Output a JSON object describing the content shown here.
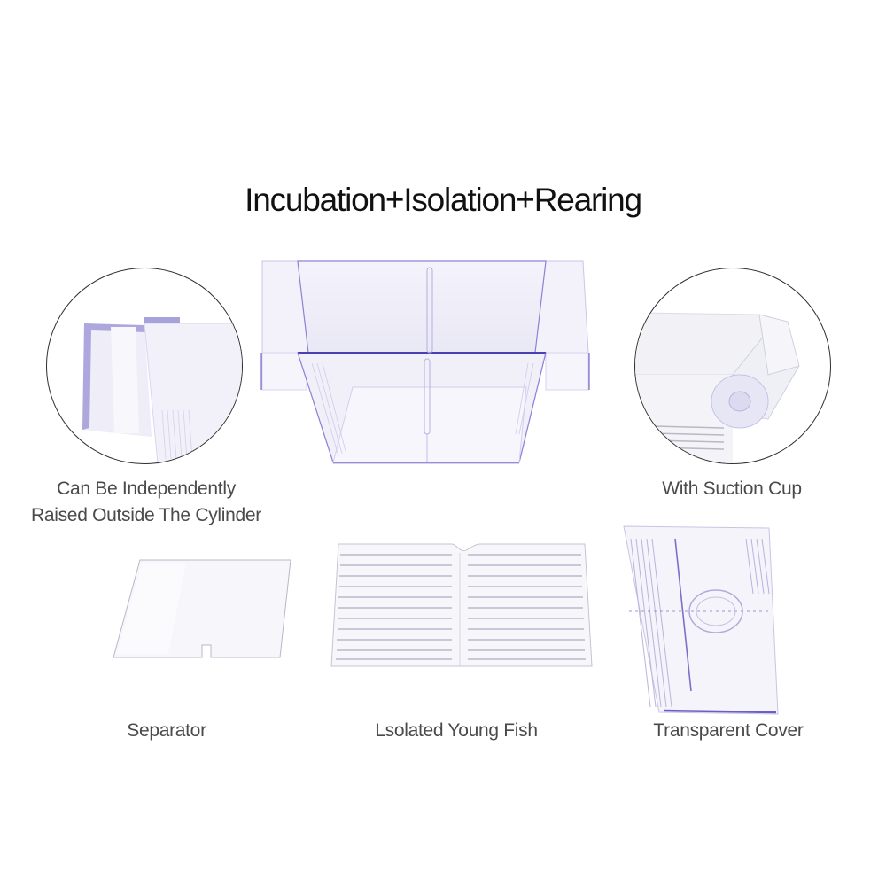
{
  "title": "Incubation+Isolation+Rearing",
  "main_product": {
    "name": "breeding-box",
    "description": "Transparent acrylic fish breeding / isolation box with hanging flanges and center separator slot"
  },
  "details": [
    {
      "id": "raised-outside",
      "caption_line1": "Can Be Independently",
      "caption_line2": "Raised Outside The Cylinder",
      "image": "circular close-up of hanging flange"
    },
    {
      "id": "suction-cup",
      "caption_line1": "With Suction Cup",
      "image": "circular close-up of corner with suction cup"
    }
  ],
  "components": [
    {
      "id": "separator",
      "label": "Separator"
    },
    {
      "id": "isolated-young-fish",
      "label": "Lsolated Young Fish"
    },
    {
      "id": "transparent-cover",
      "label": "Transparent Cover"
    }
  ],
  "colors": {
    "title_text": "#111111",
    "caption_text": "#4a4a4a",
    "acrylic_edge": "#6a5fc8",
    "acrylic_tint": "#eeeef8",
    "circle_border": "#2f2f2f"
  }
}
